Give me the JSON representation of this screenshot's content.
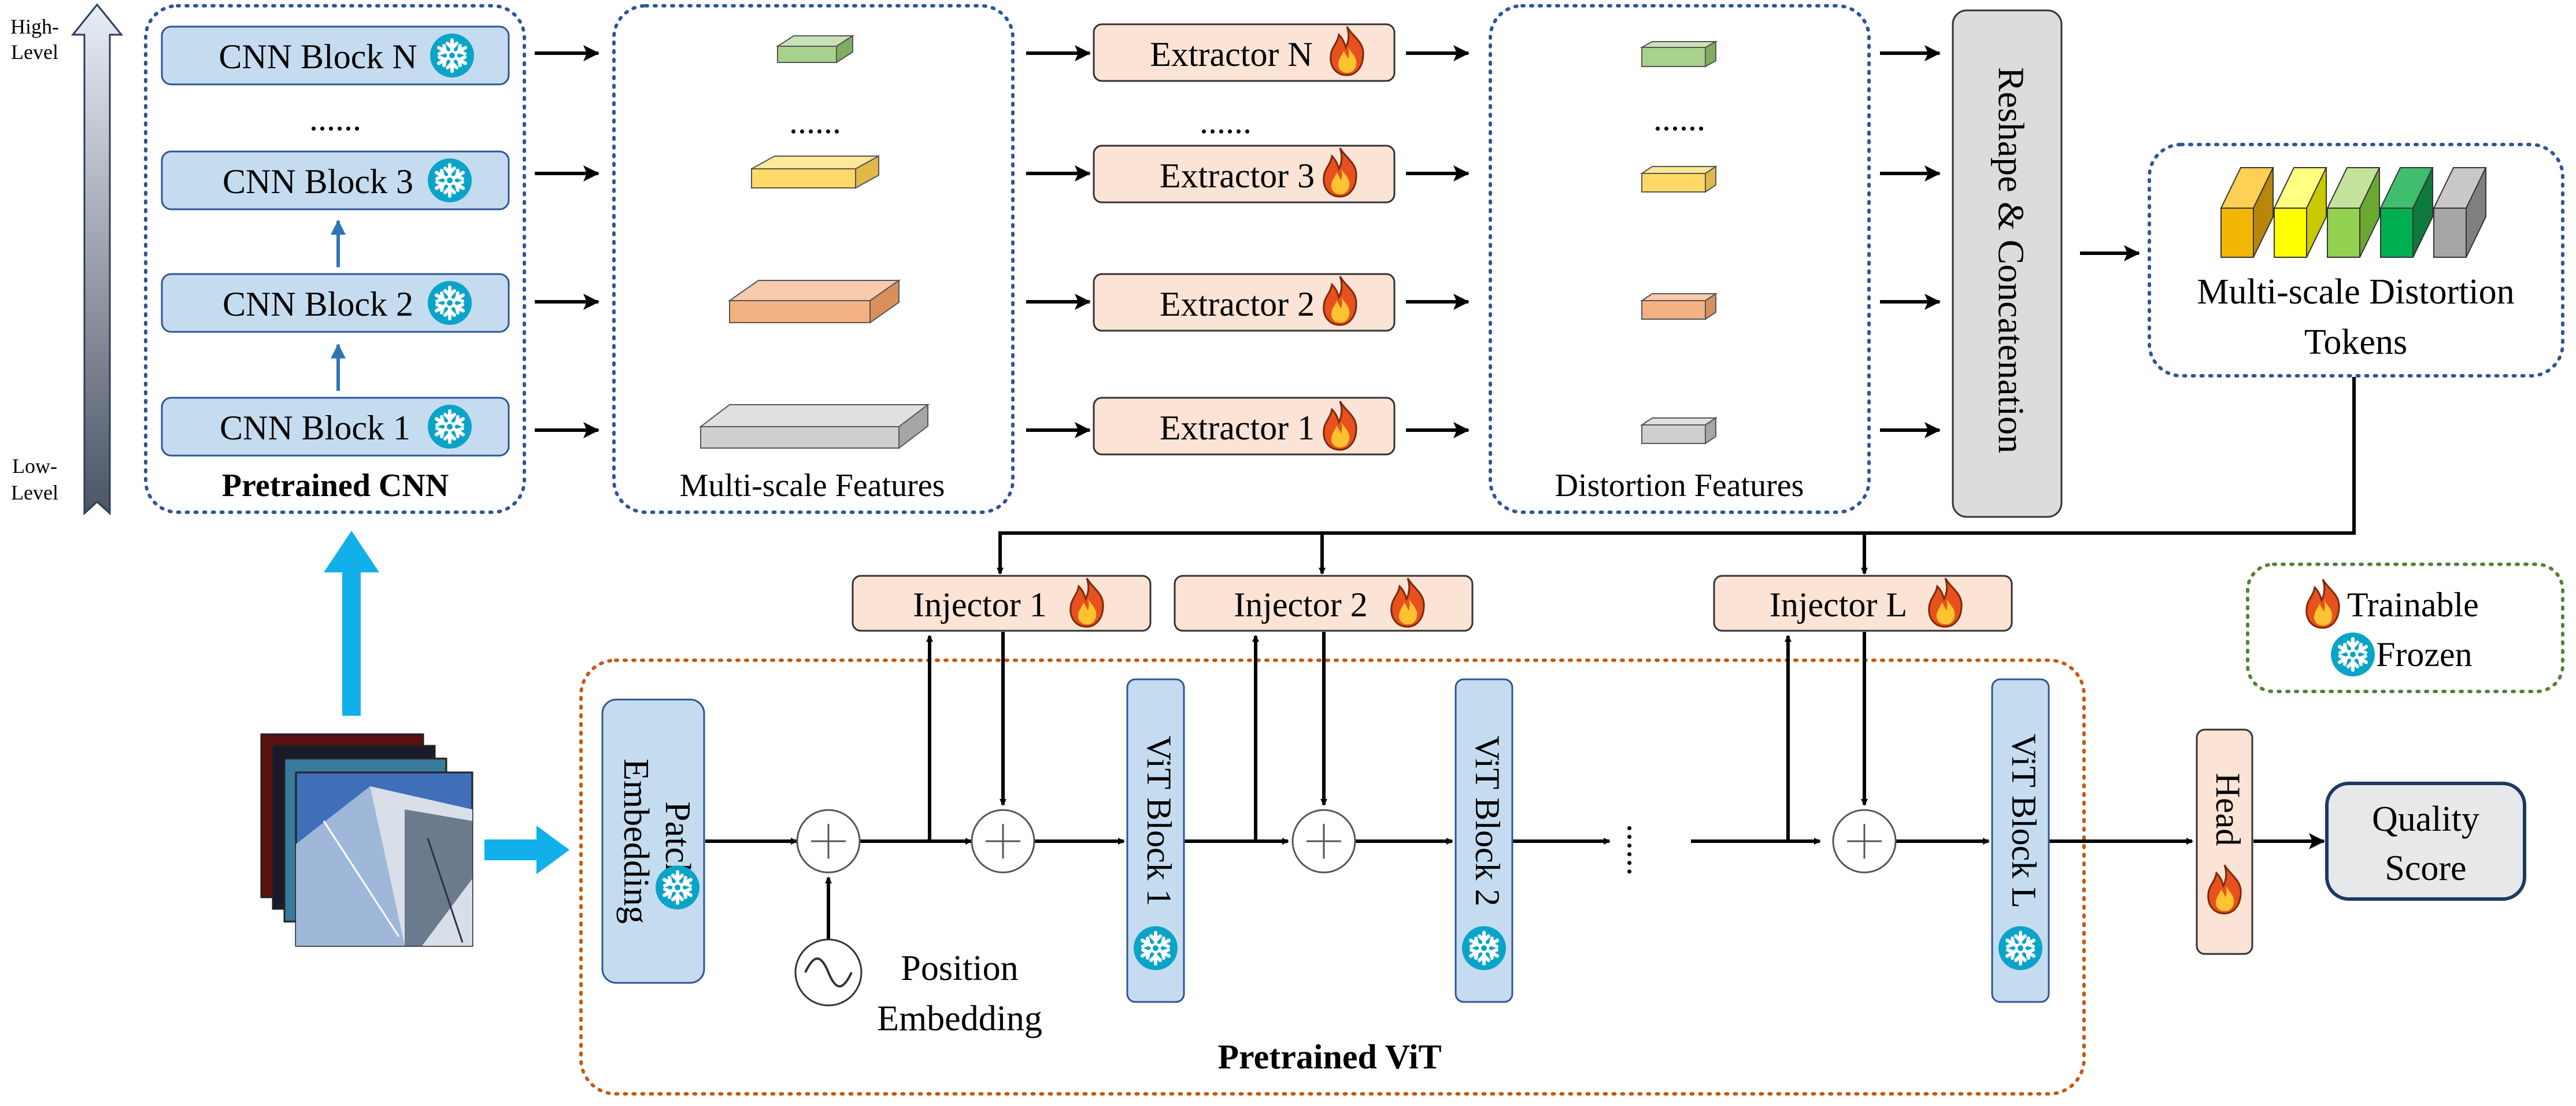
{
  "level_axis": {
    "high": "High-Level",
    "low": "Low-Level",
    "high_lines": [
      "High-",
      "Level"
    ],
    "low_lines": [
      "Low-",
      "Level"
    ]
  },
  "cnn": {
    "title": "Pretrained CNN",
    "dots": "......",
    "blocks": [
      "CNN Block N",
      "CNN Block 3",
      "CNN Block 2",
      "CNN Block 1"
    ]
  },
  "features": {
    "title": "Multi-scale Features",
    "dots": "......"
  },
  "extractors": {
    "labels": [
      "Extractor N",
      "Extractor 3",
      "Extractor 2",
      "Extractor 1"
    ],
    "dots": "......"
  },
  "distortion": {
    "title": "Distortion Features",
    "dots": "......"
  },
  "reshape": {
    "label": "Reshape & Concatenation"
  },
  "tokens": {
    "label_line1": "Multi-scale Distortion",
    "label_line2": "Tokens"
  },
  "injectors": [
    "Injector 1",
    "Injector 2",
    "Injector L"
  ],
  "legend": {
    "trainable": "Trainable",
    "frozen": "Frozen"
  },
  "vit": {
    "title": "Pretrained ViT",
    "patch_line1": "Patch",
    "patch_line2": "Embedding",
    "blocks": [
      "ViT Block 1",
      "ViT Block 2",
      "ViT Block L"
    ],
    "position_line1": "Position",
    "position_line2": "Embedding",
    "dots": "......"
  },
  "head": {
    "label": "Head"
  },
  "quality": {
    "line1": "Quality",
    "line2": "Score"
  },
  "colors": {
    "cnn_block_fill": "#c5dcf0",
    "extractor_fill": "#fbe3d5",
    "reshape_fill": "#dcdcdc",
    "quality_fill": "#e7e8ea",
    "blue_arrow": "#11b0ea",
    "cnn_border": "#2e5597",
    "vit_border": "#c55a11",
    "legend_border": "#548235",
    "ice": "#0aa4c8",
    "fire_outer": "#e8501e",
    "fire_inner": "#ffc230"
  }
}
